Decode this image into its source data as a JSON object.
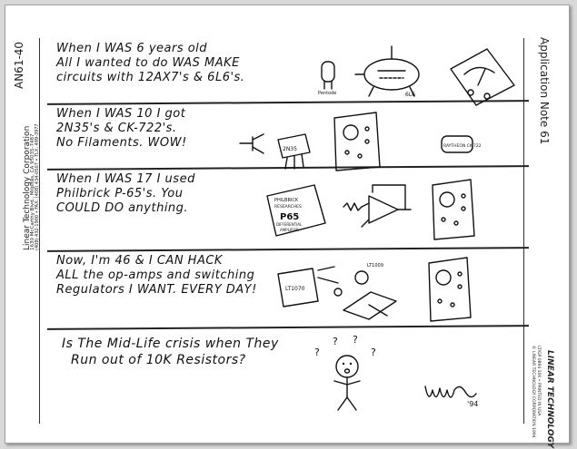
{
  "sidebar_left": {
    "doc_id": "AN61-40",
    "company": "Linear Technology Corporation",
    "address": "1630 McCarthy Blvd., Milpitas, CA 95035-7487",
    "contact": "(408) 432-1900 • FAX: (408) 434-0507 • TLX: 499-3977"
  },
  "sidebar_right": {
    "header": "Application Note 61",
    "copyright": "© LINEAR TECHNOLOGY CORPORATION 1994",
    "printing": "LT/GP 0894 10K • PRINTED IN USA",
    "logo": "LINEAR TECHNOLOGY"
  },
  "rows": [
    {
      "lines": [
        "When I WAS 6 years old",
        "All I wanted to do WAS MAKE",
        "circuits with 12AX7's & 6L6's."
      ]
    },
    {
      "lines": [
        "When I WAS 10 I got",
        "2N35's & CK-722's.",
        "No Filaments. WOW!"
      ]
    },
    {
      "lines": [
        "When I WAS 17 I used",
        "Philbrick P-65's. You",
        "COULD DO anything."
      ]
    },
    {
      "lines": [
        "Now, I'm 46 & I CAN HACK",
        "ALL the op-amps and switching",
        "Regulators I WANT. EVERY DAY!"
      ]
    },
    {
      "lines": [
        "Is The Mid-Life crisis when They",
        "Run out of 10K Resistors?"
      ]
    }
  ],
  "drawing_labels": {
    "tube_label": "Pentode",
    "tube_label2": "6L6",
    "transistor_label": "2N35",
    "ck722_label": "RAYTHEON CK-722",
    "philbrick_line1": "PHILBRICK",
    "philbrick_line2": "RESEARCHES",
    "philbrick_model": "P65",
    "philbrick_line3": "DIFFERENTIAL",
    "philbrick_line4": "AMPLIFIER",
    "lt_chip": "LT1070",
    "lt_ic": "LT1009",
    "question_mark": "?",
    "signature": "Jim W. '94"
  }
}
